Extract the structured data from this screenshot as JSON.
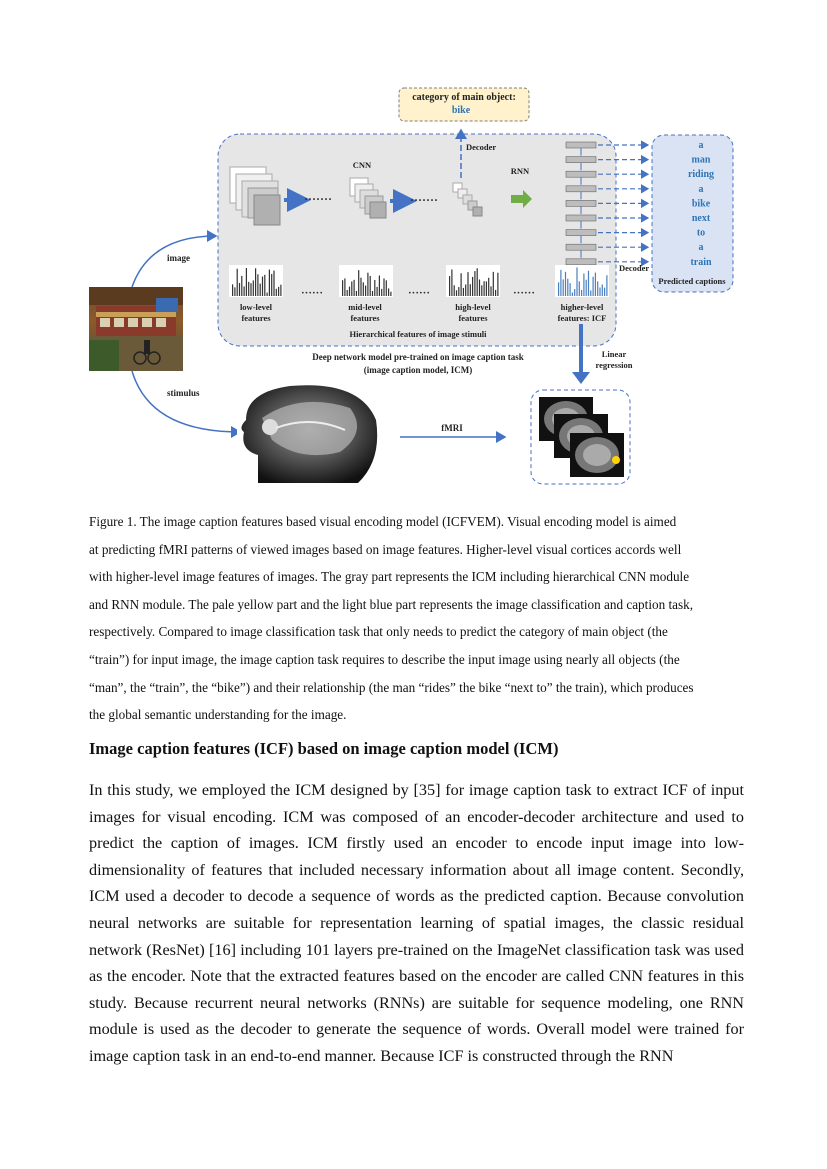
{
  "figure": {
    "category_title": "category of main object:",
    "category_value": "bike",
    "decoder_top": "Decoder",
    "decoder_bottom": "Decoder",
    "cnn_label": "CNN",
    "rnn_label": "RNN",
    "image_label": "image",
    "stimulus_label": "stimulus",
    "fmri_label": "fMRI",
    "linear_regression": [
      "Linear",
      "regression"
    ],
    "features": [
      {
        "line1": "low-level",
        "line2": "features"
      },
      {
        "line1": "mid-level",
        "line2": "features"
      },
      {
        "line1": "high-level",
        "line2": "features"
      },
      {
        "line1": "higher-level",
        "line2": "features: ICF"
      }
    ],
    "hierarchical_title": "Hierarchical features of image stimuli",
    "model_title_1": "Deep network model pre-trained on image caption task",
    "model_title_2": "(image caption model, ICM)",
    "predicted_captions_title": "Predicted captions",
    "caption_words": [
      "a",
      "man",
      "riding",
      "a",
      "bike",
      "next",
      "to",
      "a",
      "train"
    ],
    "colors": {
      "arrow_blue": "#4472c4",
      "word_blue": "#2e75b6",
      "gray_box": "#e7e6e6",
      "yellow_box": "#fff2cc",
      "blue_box": "#dae3f3",
      "green_arrow": "#70ad47"
    }
  },
  "caption_lines": [
    "Figure 1. The image caption features based visual encoding model (ICFVEM). Visual encoding model is aimed",
    "at predicting fMRI patterns of viewed images based on image features. Higher-level visual cortices accords well",
    "with higher-level image features of images. The gray part represents the ICM including hierarchical CNN module",
    "and RNN module. The pale yellow part and the light blue part represents the image classification and caption task,",
    "respectively. Compared to image classification task that only needs to predict the category of main object (the",
    "“train”) for input image, the image caption task requires to describe the input image using nearly all objects (the",
    "“man”, the “train”, the “bike”) and their relationship (the man “rides” the bike “next to” the train), which produces",
    "the global semantic understanding for the image."
  ],
  "section_heading": "Image caption features (ICF) based on image caption model (ICM)",
  "body_text": "In this study, we employed the ICM designed by [35] for image caption task to extract ICF of input images for visual encoding. ICM was composed of an encoder-decoder architecture and used to predict the caption of images. ICM firstly used an encoder to encode input image into low-dimensionality of features that included necessary information about all image content. Secondly, ICM used a decoder to decode a sequence of words as the predicted caption. Because convolution neural networks are suitable for representation learning of spatial images, the classic residual network (ResNet) [16] including 101 layers pre-trained on the ImageNet classification task was used as the encoder. Note that the extracted features based on the encoder are called CNN features in this study. Because recurrent neural networks (RNNs) are suitable for sequence modeling, one RNN module is used as the decoder to generate the sequence of words. Overall model were trained for image caption task in an end-to-end manner. Because ICF is constructed through the RNN"
}
